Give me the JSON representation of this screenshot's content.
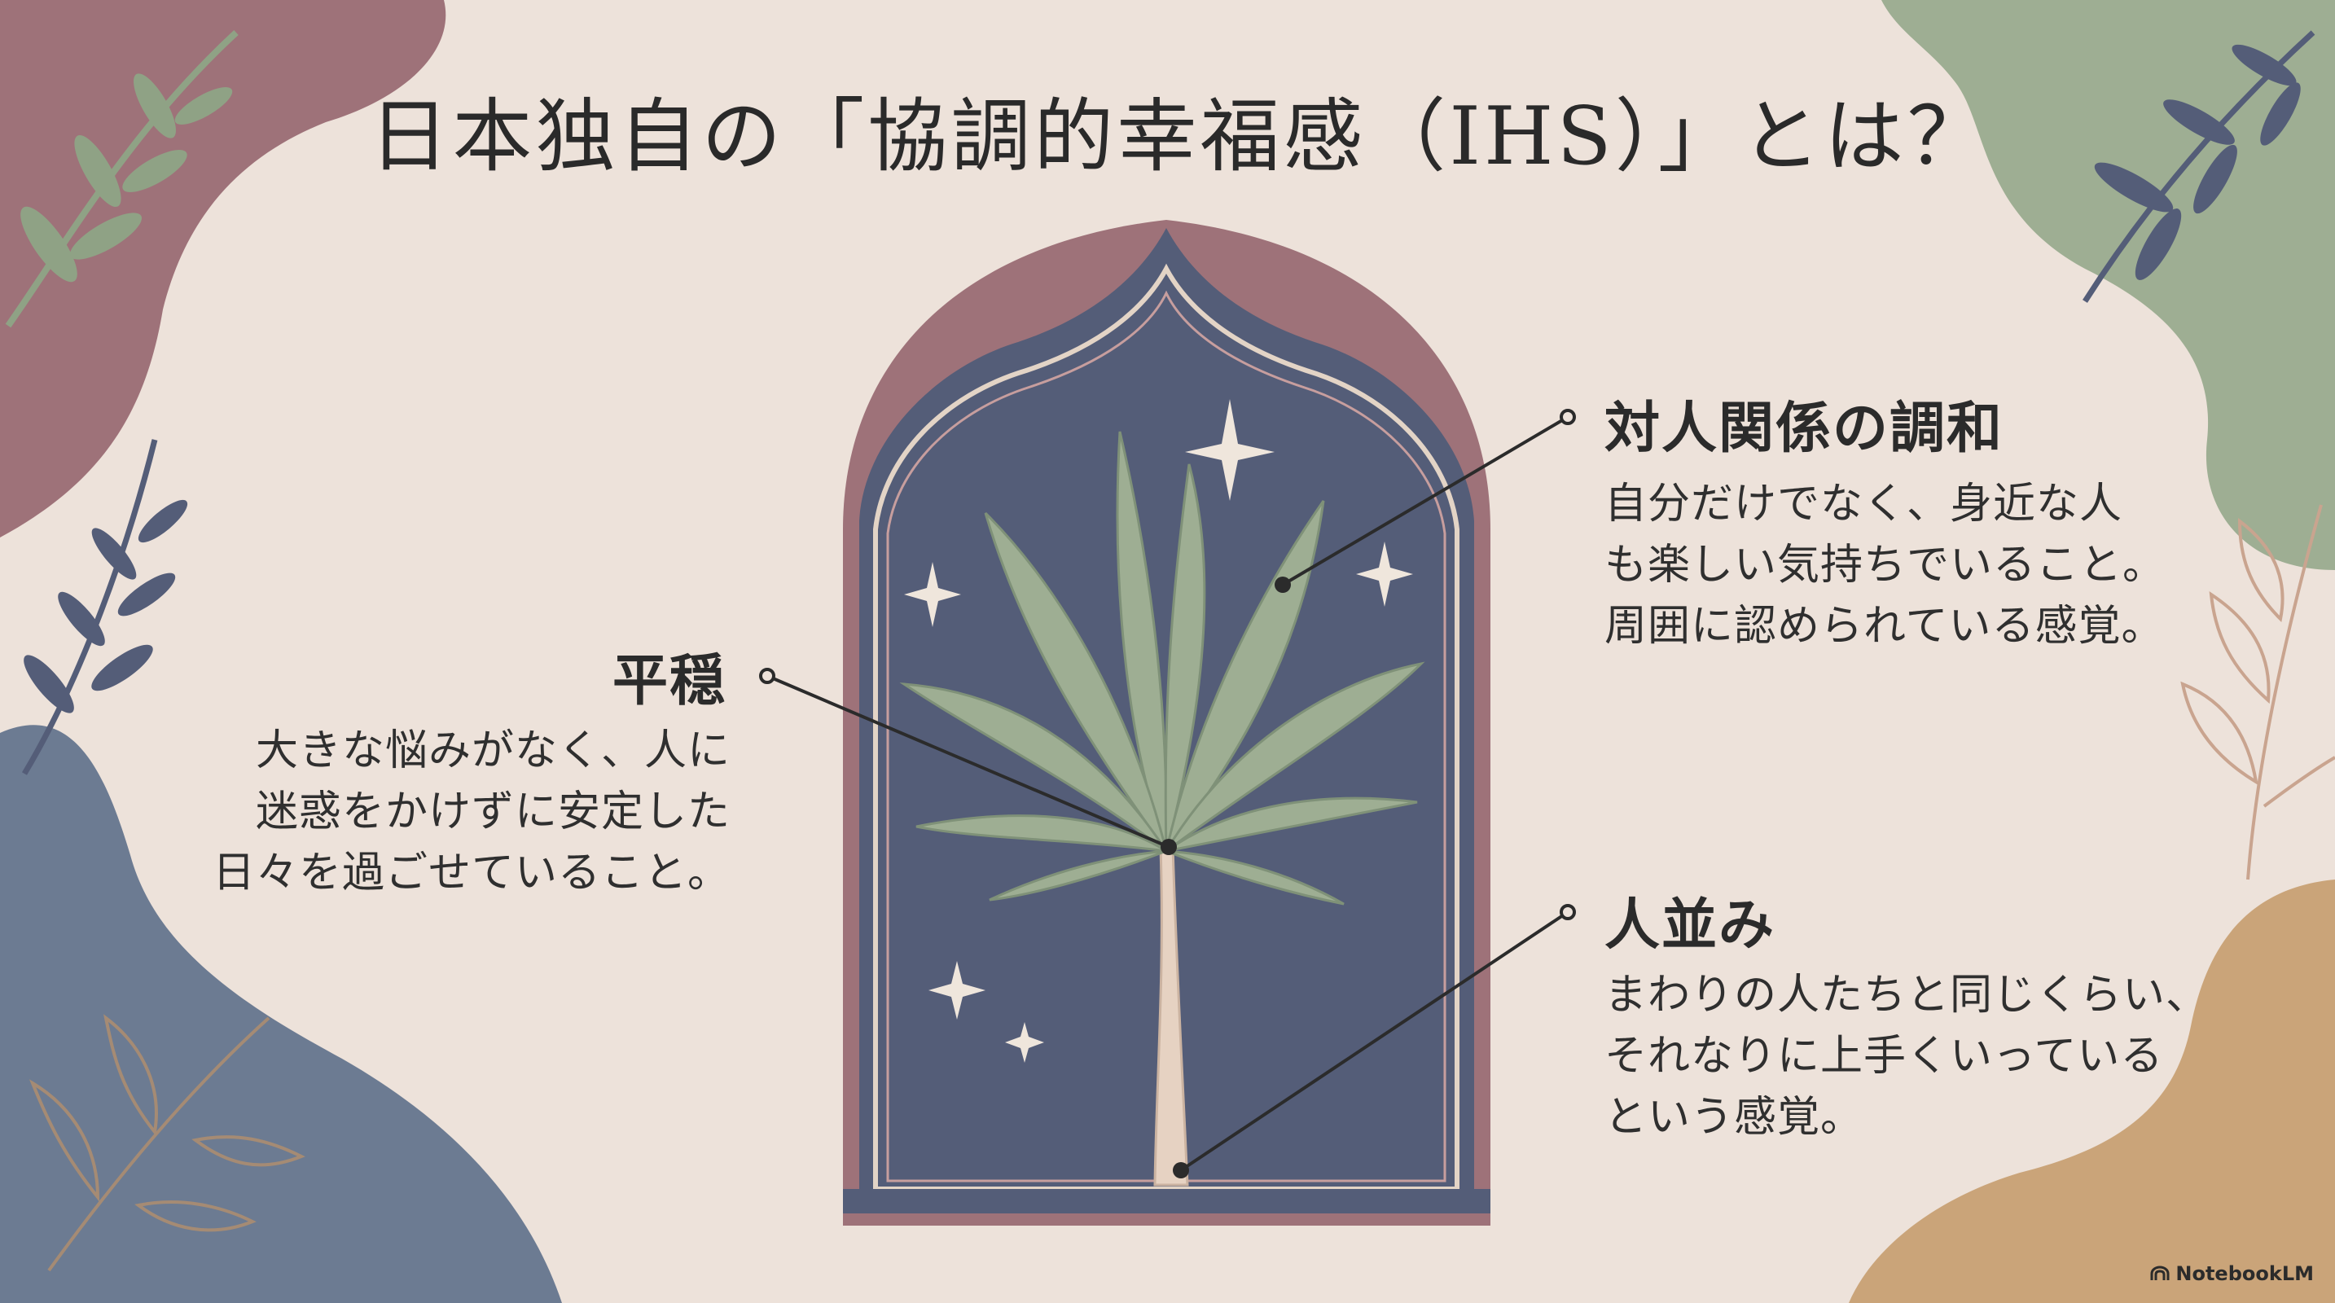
{
  "title": "日本独自の「協調的幸福感（IHS）」とは？",
  "callouts": {
    "peace": {
      "heading": "平穏",
      "body": "大きな悩みがなく、人に\n迷惑をかけずに安定した\n日々を過ごせていること。"
    },
    "relations": {
      "heading": "対人関係の調和",
      "body": "自分だけでなく、身近な人\nも楽しい気持ちでいること。\n周囲に認められている感覚。"
    },
    "average": {
      "heading": "人並み",
      "body": "まわりの人たちと同じくらい、\nそれなりに上手くいっている\nという感覚。"
    }
  },
  "brand": "NotebookLM",
  "icons": [
    "arch-frame",
    "palm-tree-icon",
    "sparkle-icon",
    "leaf-sprig-icon",
    "notebooklm-logo-icon"
  ],
  "colors": {
    "background": "#ede2da",
    "mauve": "#9e7279",
    "navy": "#545d78",
    "sage": "#9eae93",
    "slate_blue": "#6c7b92",
    "tan": "#caa479",
    "text": "#2b2b2b"
  }
}
